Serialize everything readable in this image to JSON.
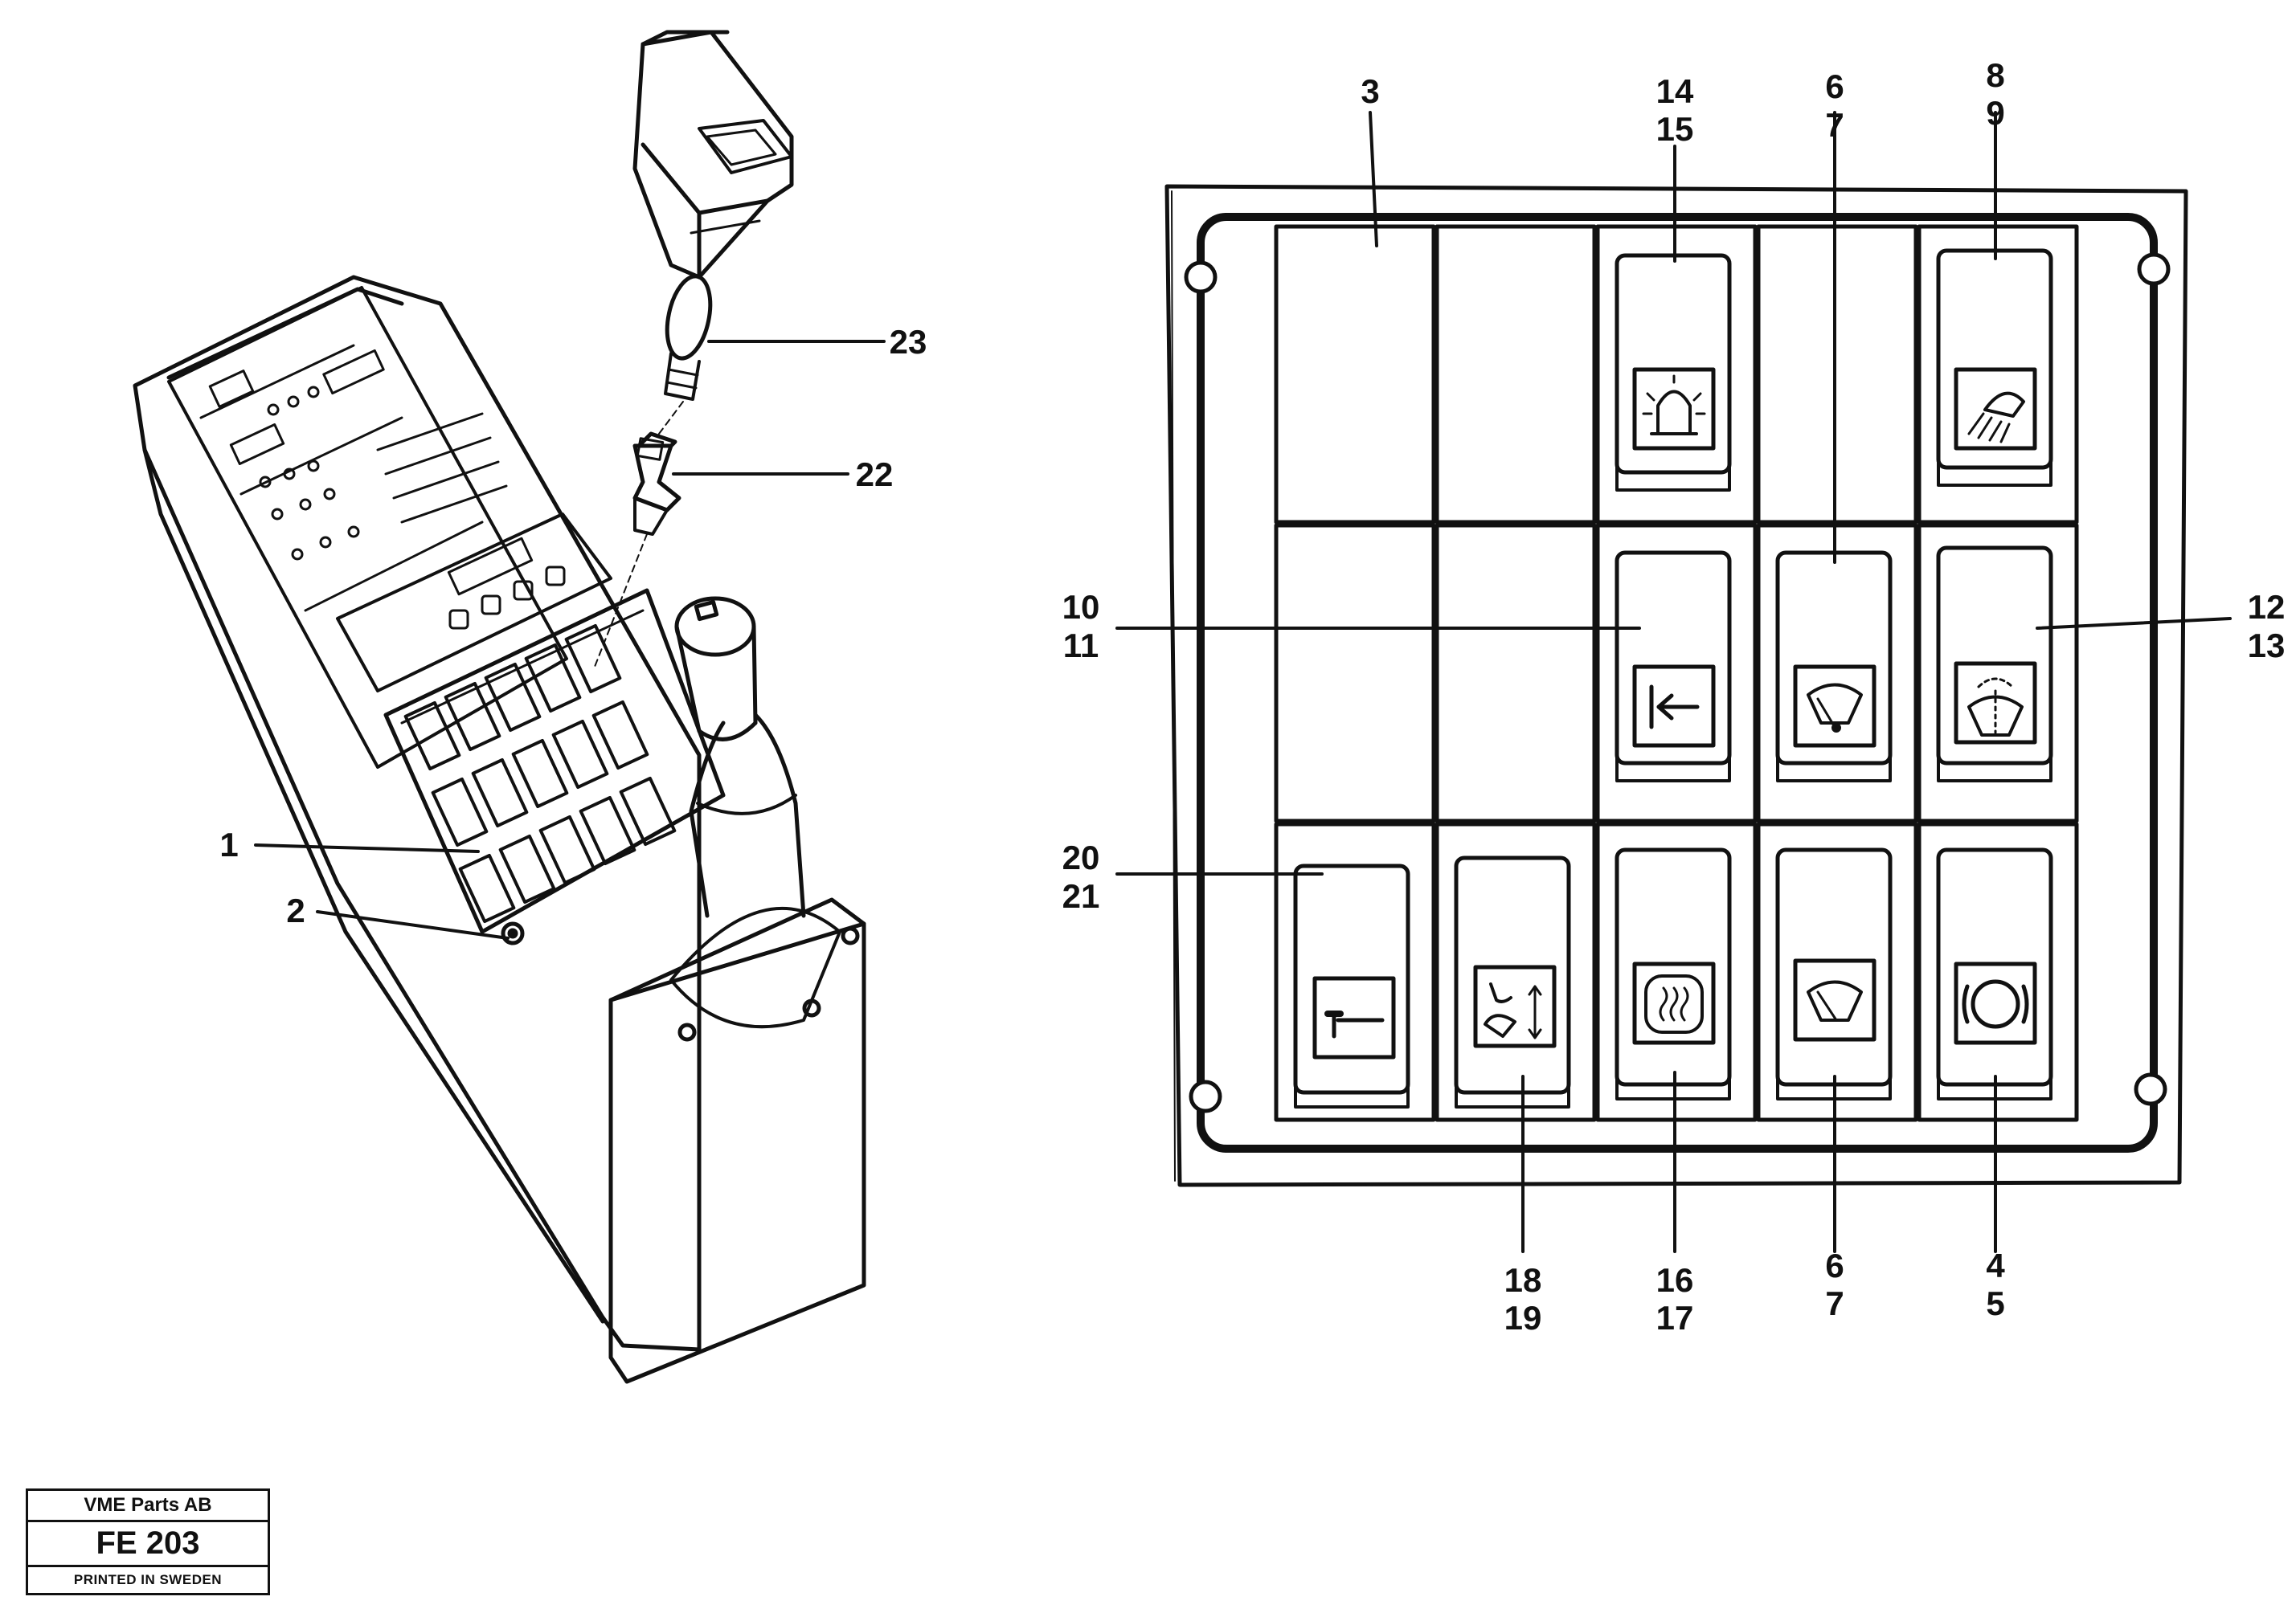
{
  "callouts": {
    "c1": "1",
    "c2": "2",
    "c22": "22",
    "c23": "23",
    "c3": "3",
    "c14": "14",
    "c15": "15",
    "c6a": "6",
    "c7a": "7",
    "c8": "8",
    "c9": "9",
    "c10": "10",
    "c11": "11",
    "c12": "12",
    "c13": "13",
    "c20": "20",
    "c21": "21",
    "c18": "18",
    "c19": "19",
    "c16": "16",
    "c17": "17",
    "c6b": "6",
    "c7b": "7",
    "c4": "4",
    "c5": "5"
  },
  "switch_symbols": [
    "beacon-icon",
    "work-light-icon",
    "direction-arrow-icon",
    "wiper-icon",
    "washer-wiper-icon",
    "hammer-icon",
    "bucket-lift-icon",
    "rear-window-heater-icon",
    "rear-wiper-icon",
    "parking-brake-icon"
  ],
  "stamp": {
    "company": "VME Parts AB",
    "code": "FE 203",
    "printed": "PRINTED IN SWEDEN"
  }
}
